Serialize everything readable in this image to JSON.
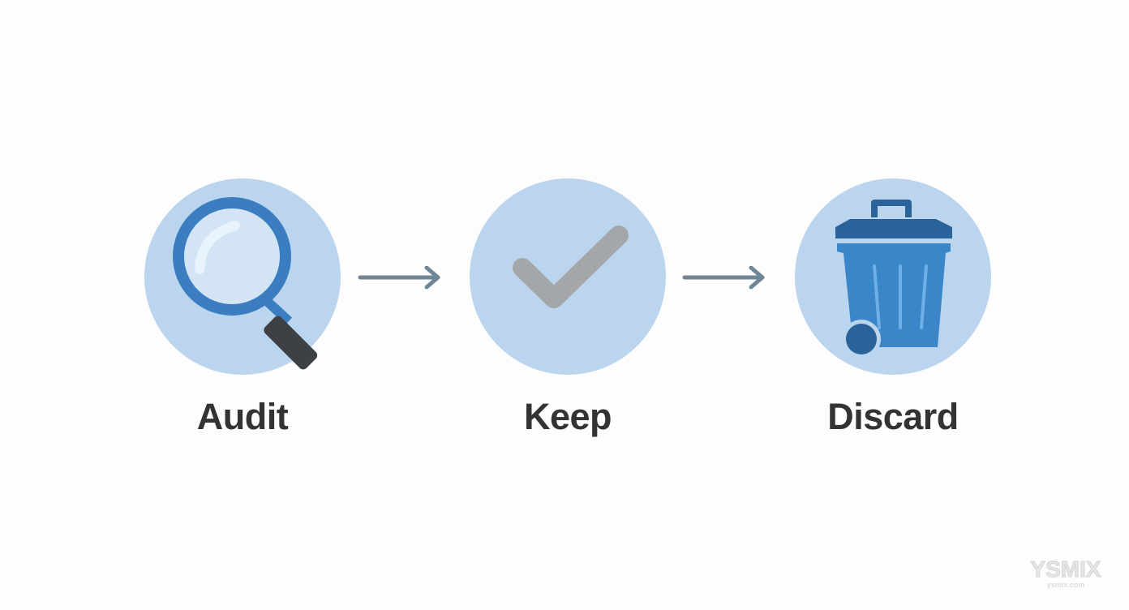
{
  "steps": [
    {
      "id": "audit",
      "label": "Audit",
      "icon": "magnifying-glass-icon"
    },
    {
      "id": "keep",
      "label": "Keep",
      "icon": "checkmark-icon"
    },
    {
      "id": "discard",
      "label": "Discard",
      "icon": "trash-can-icon"
    }
  ],
  "arrows": [
    "right-arrow-icon",
    "right-arrow-icon"
  ],
  "colors": {
    "circle_bg": "#bcd5ee",
    "primary_blue": "#3a7dc0",
    "dark_blue": "#2a6399",
    "check_gray": "#a3a7aa",
    "arrow_gray": "#6e8796",
    "label_text": "#333333",
    "handle_dark": "#3d4145"
  },
  "watermark": {
    "text": "YSMIX",
    "subtext": "ysmix.com"
  }
}
